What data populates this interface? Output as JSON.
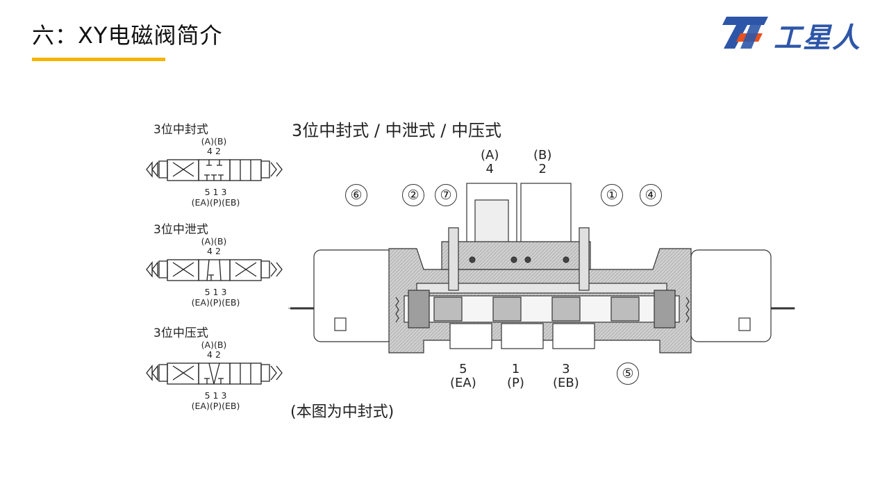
{
  "header": {
    "title": "六：XY电磁阀简介",
    "accent_color": "#f5b400",
    "logo": {
      "text": "工星人",
      "mark_icon": "gongxingren-logo-mark",
      "colors": [
        "#2e56a8",
        "#e8501e"
      ]
    }
  },
  "symbols": [
    {
      "name": "3位中封式",
      "ports_top_letters": "(A)(B)",
      "ports_top_numbers": "4 2",
      "ports_bottom_numbers": "5 1 3",
      "ports_bottom_letters": "(EA)(P)(EB)"
    },
    {
      "name": "3位中泄式",
      "ports_top_letters": "(A)(B)",
      "ports_top_numbers": "4 2",
      "ports_bottom_numbers": "5 1 3",
      "ports_bottom_letters": "(EA)(P)(EB)"
    },
    {
      "name": "3位中压式",
      "ports_top_letters": "(A)(B)",
      "ports_top_numbers": "4 2",
      "ports_bottom_numbers": "5 1 3",
      "ports_bottom_letters": "(EA)(P)(EB)"
    }
  ],
  "diagram": {
    "title": "3位中封式 / 中泄式 / 中压式",
    "top_ports": [
      {
        "letter": "(A)",
        "number": "4"
      },
      {
        "letter": "(B)",
        "number": "2"
      }
    ],
    "bottom_ports": [
      {
        "number": "5",
        "letter": "(EA)"
      },
      {
        "number": "1",
        "letter": "(P)"
      },
      {
        "number": "3",
        "letter": "(EB)"
      }
    ],
    "callouts": [
      "⑥",
      "②",
      "⑦",
      "①",
      "④",
      "⑤"
    ],
    "note": "(本图为中封式)"
  }
}
